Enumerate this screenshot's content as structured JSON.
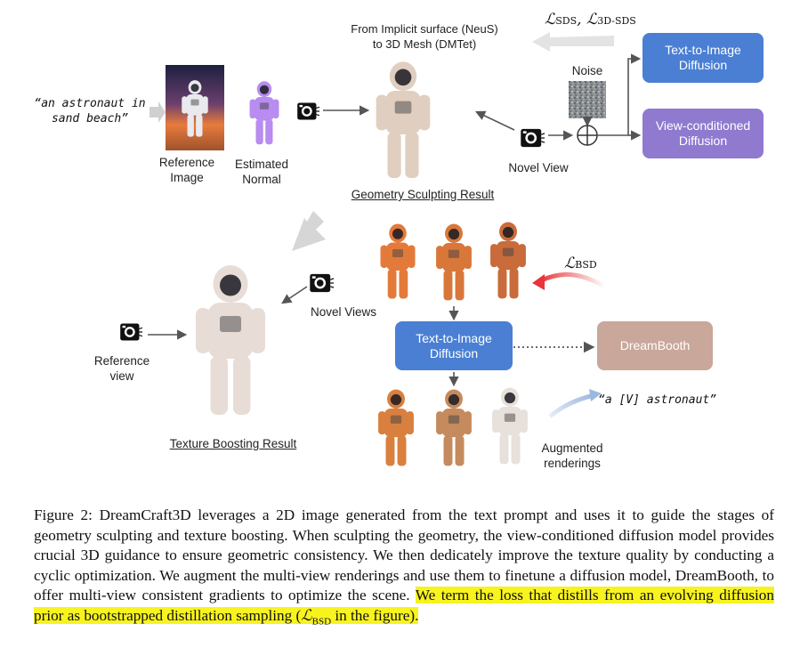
{
  "diagram": {
    "prompt_text": "“an astronaut in sand beach”",
    "reference_image_label": [
      "Reference",
      "Image"
    ],
    "estimated_normal_label": [
      "Estimated",
      "Normal"
    ],
    "implicit_surface_label": [
      "From Implicit surface (NeuS)",
      "to 3D Mesh (DMTet)"
    ],
    "sds_loss": {
      "prefix": "ℒ",
      "sub1": "SDS",
      "sep": ", ℒ",
      "sub2": "3D-SDS"
    },
    "noise_label": "Noise",
    "text_to_image_box": [
      "Text-to-Image",
      "Diffusion"
    ],
    "view_conditioned_box": [
      "View-conditioned",
      "Diffusion"
    ],
    "novel_view_label": "Novel View",
    "geometry_result_label": "Geometry Sculpting Result",
    "bsd_loss": {
      "prefix": "ℒ",
      "sub": "BSD"
    },
    "novel_views_label": "Novel Views",
    "reference_view_label": [
      "Reference",
      "view"
    ],
    "texture_result_label": "Texture Boosting Result",
    "text_to_image_box2": [
      "Text-to-Image",
      "Diffusion"
    ],
    "dreambooth_box": "DreamBooth",
    "v_prompt": "“a [V] astronaut”",
    "augmented_label": [
      "Augmented",
      "renderings"
    ]
  },
  "caption": {
    "plain": "Figure 2: DreamCraft3D leverages a 2D image generated from the text prompt and uses it to guide the stages of geometry sculpting and texture boosting. When sculpting the geometry, the view-conditioned diffusion model provides crucial 3D guidance to ensure geometric consistency. We then dedicately improve the texture quality by conducting a cyclic optimization. We augment the multi-view renderings and use them to finetune a diffusion model, DreamBooth, to offer multi-view consistent gradients to optimize the scene.",
    "highlight_before": "We term the loss that distills from an evolving diffusion prior as bootstrapped distillation sampling (",
    "highlight_math": "ℒ",
    "highlight_sub": "BSD",
    "highlight_after": " in the figure)."
  },
  "colors": {
    "blue_box": "#4a7fd3",
    "purple_box": "#8f7ad0",
    "dreambooth_box": "#c9a79a",
    "highlight": "#f7f31f",
    "bsd_arrow": "#e8343a"
  }
}
